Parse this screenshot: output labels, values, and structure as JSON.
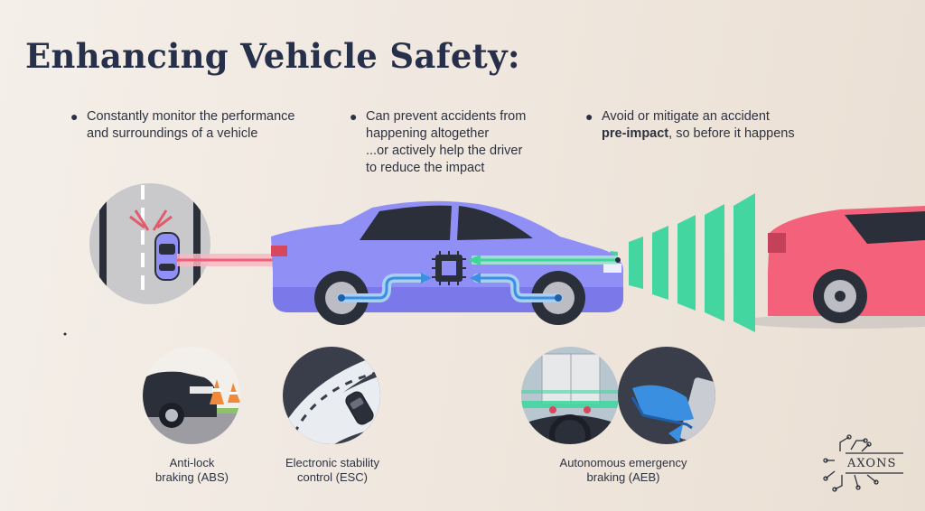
{
  "title": "Enhancing Vehicle Safety:",
  "bullets": {
    "monitor_line1": "Constantly monitor the performance",
    "monitor_line2": "and surroundings of a vehicle",
    "prevent_line1": "Can prevent accidents from",
    "prevent_line2": "happening altogether",
    "prevent_line3": "...or actively help the driver",
    "prevent_line4": "to reduce the impact",
    "avoid_line1": "Avoid or mitigate an accident",
    "avoid_bold": "pre-impact",
    "avoid_rest": ", so before it happens"
  },
  "captions": {
    "abs_line1": "Anti-lock",
    "abs_line2": "braking (ABS)",
    "esc_line1": "Electronic stability",
    "esc_line2": "control (ESC)",
    "aeb_line1": "Autonomous emergency",
    "aeb_line2": "braking (AEB)"
  },
  "logo": "AXONS",
  "colors": {
    "car": "#8f8ff5",
    "car_dark": "#6c6ae0",
    "red_car": "#f3627a",
    "sensor_wave": "#43d6a0",
    "arrow_pink": "#ee5f78",
    "arrow_blue": "#3a8fe0",
    "arrow_green": "#3fd69a",
    "text": "#27304a"
  }
}
